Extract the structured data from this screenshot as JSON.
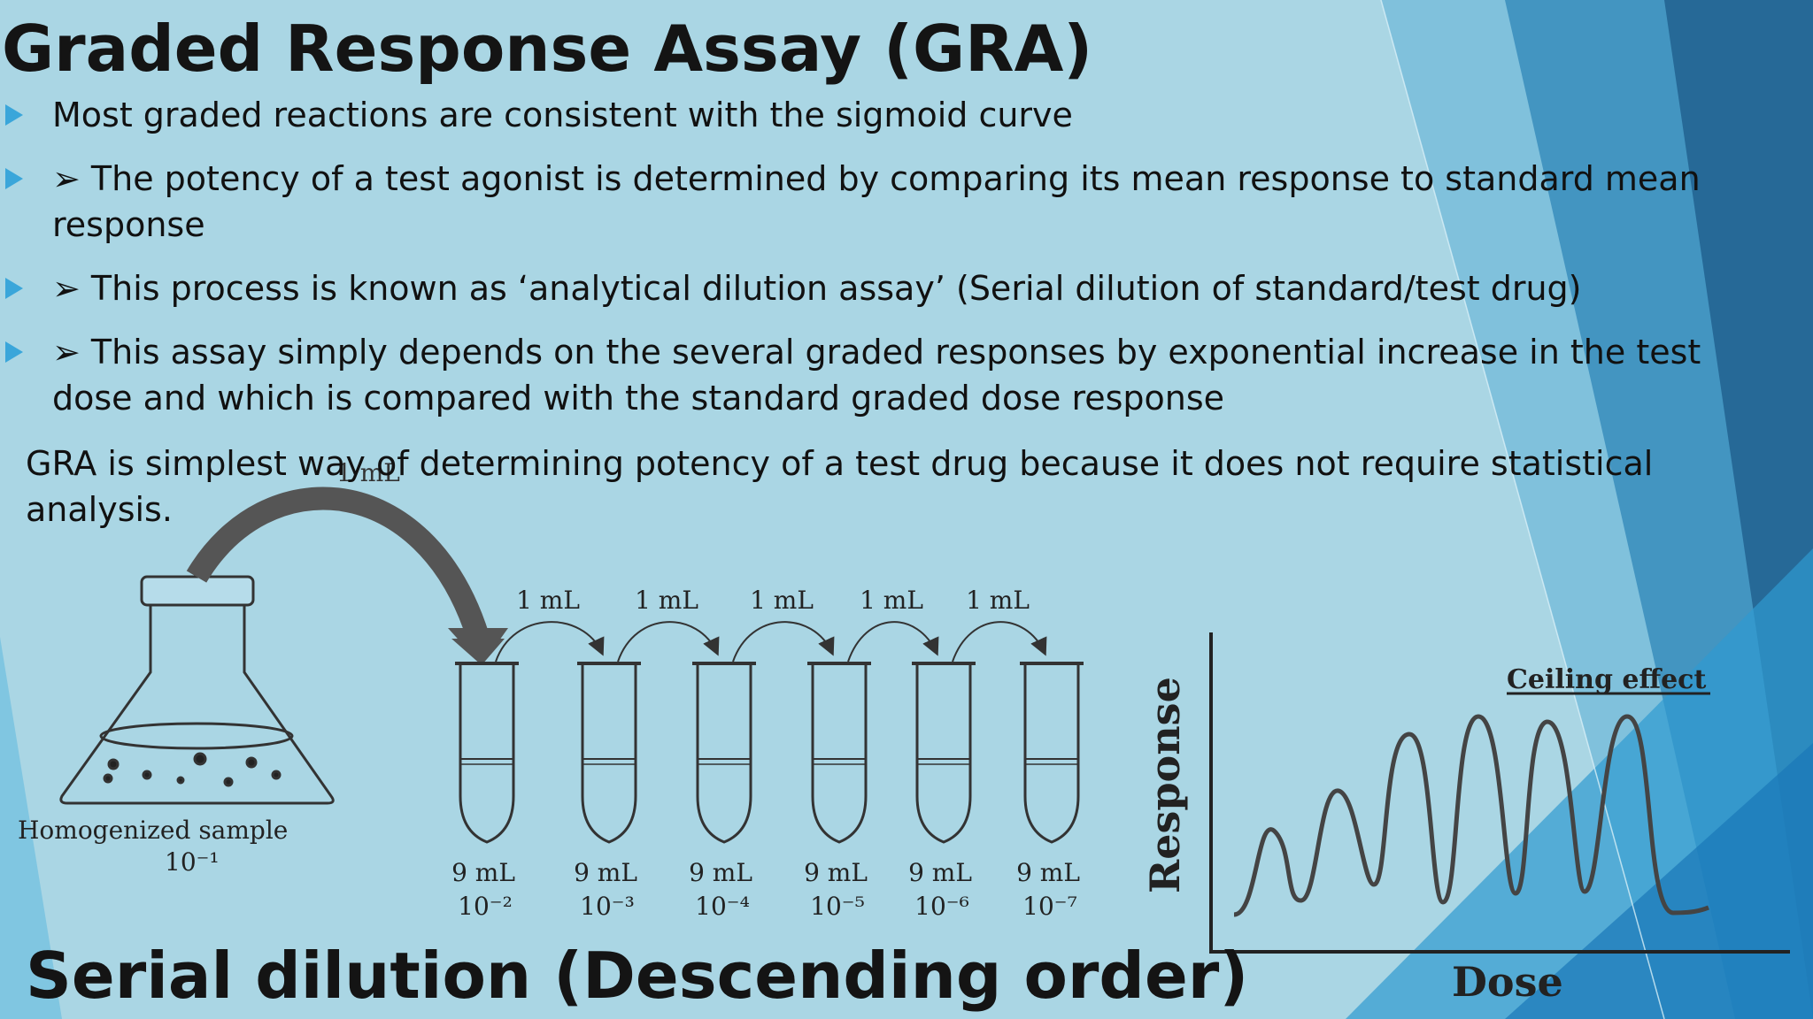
{
  "slide": {
    "title": "Graded Response Assay (GRA)",
    "bullets": [
      "Most graded reactions are consistent with the sigmoid curve",
      "➢ The potency of a test agonist is determined by comparing its mean response to standard mean response",
      "➢ This process is known as ‘analytical dilution assay’ (Serial dilution of standard/test drug)",
      "➢ This assay simply depends on the several graded responses by exponential increase in the test dose and which is compared with the standard graded dose response"
    ],
    "note": "GRA is simplest way of determining potency of a test drug because it does not require statistical analysis.",
    "subtitle": "Serial dilution (Descending order)",
    "bullet_icon": "triangle-right-icon",
    "accent_color": "#3aa6da"
  },
  "dilution": {
    "flask_caption": "Homogenized  sample",
    "flask_dilution": "10⁻¹",
    "flask_transfer_label": "1 mL",
    "transfer_label": "1 mL",
    "tubes": [
      {
        "volume": "9 mL",
        "dilution": "10⁻²"
      },
      {
        "volume": "9 mL",
        "dilution": "10⁻³"
      },
      {
        "volume": "9 mL",
        "dilution": "10⁻⁴"
      },
      {
        "volume": "9 mL",
        "dilution": "10⁻⁵"
      },
      {
        "volume": "9 mL",
        "dilution": "10⁻⁶"
      },
      {
        "volume": "9 mL",
        "dilution": "10⁻⁷"
      }
    ]
  },
  "graph": {
    "ylabel": "Response",
    "xlabel": "Dose",
    "annotation": "Ceiling effect"
  }
}
